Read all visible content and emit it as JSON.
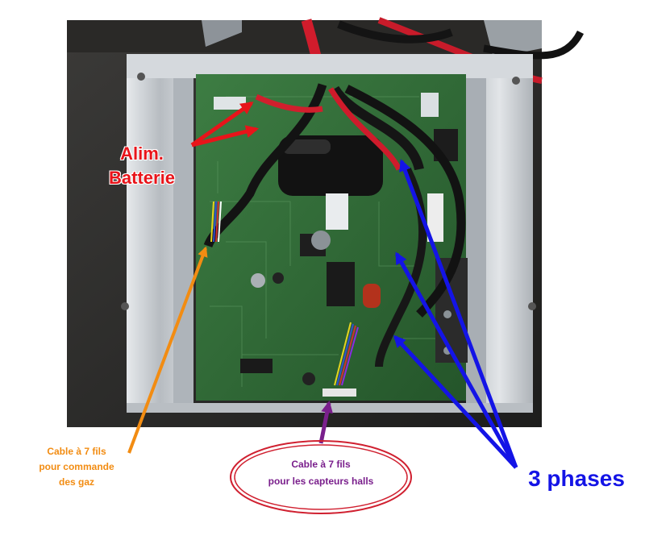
{
  "labels": {
    "battery_line1": "Alim.",
    "battery_line2": "Batterie",
    "throttle_line1": "Cable à 7 fils",
    "throttle_line2": "pour commande",
    "throttle_line3": "des gaz",
    "hall_line1": "Cable à 7 fils",
    "hall_line2": "pour les capteurs halls",
    "phases": "3 phases"
  },
  "colors": {
    "battery_arrow": "#e8141a",
    "throttle_arrow": "#f28c12",
    "hall_arrow": "#7a1f8c",
    "phase_arrow": "#1414e6",
    "pcb": "#2f6b35",
    "heatsink": "#c8ccd0"
  }
}
